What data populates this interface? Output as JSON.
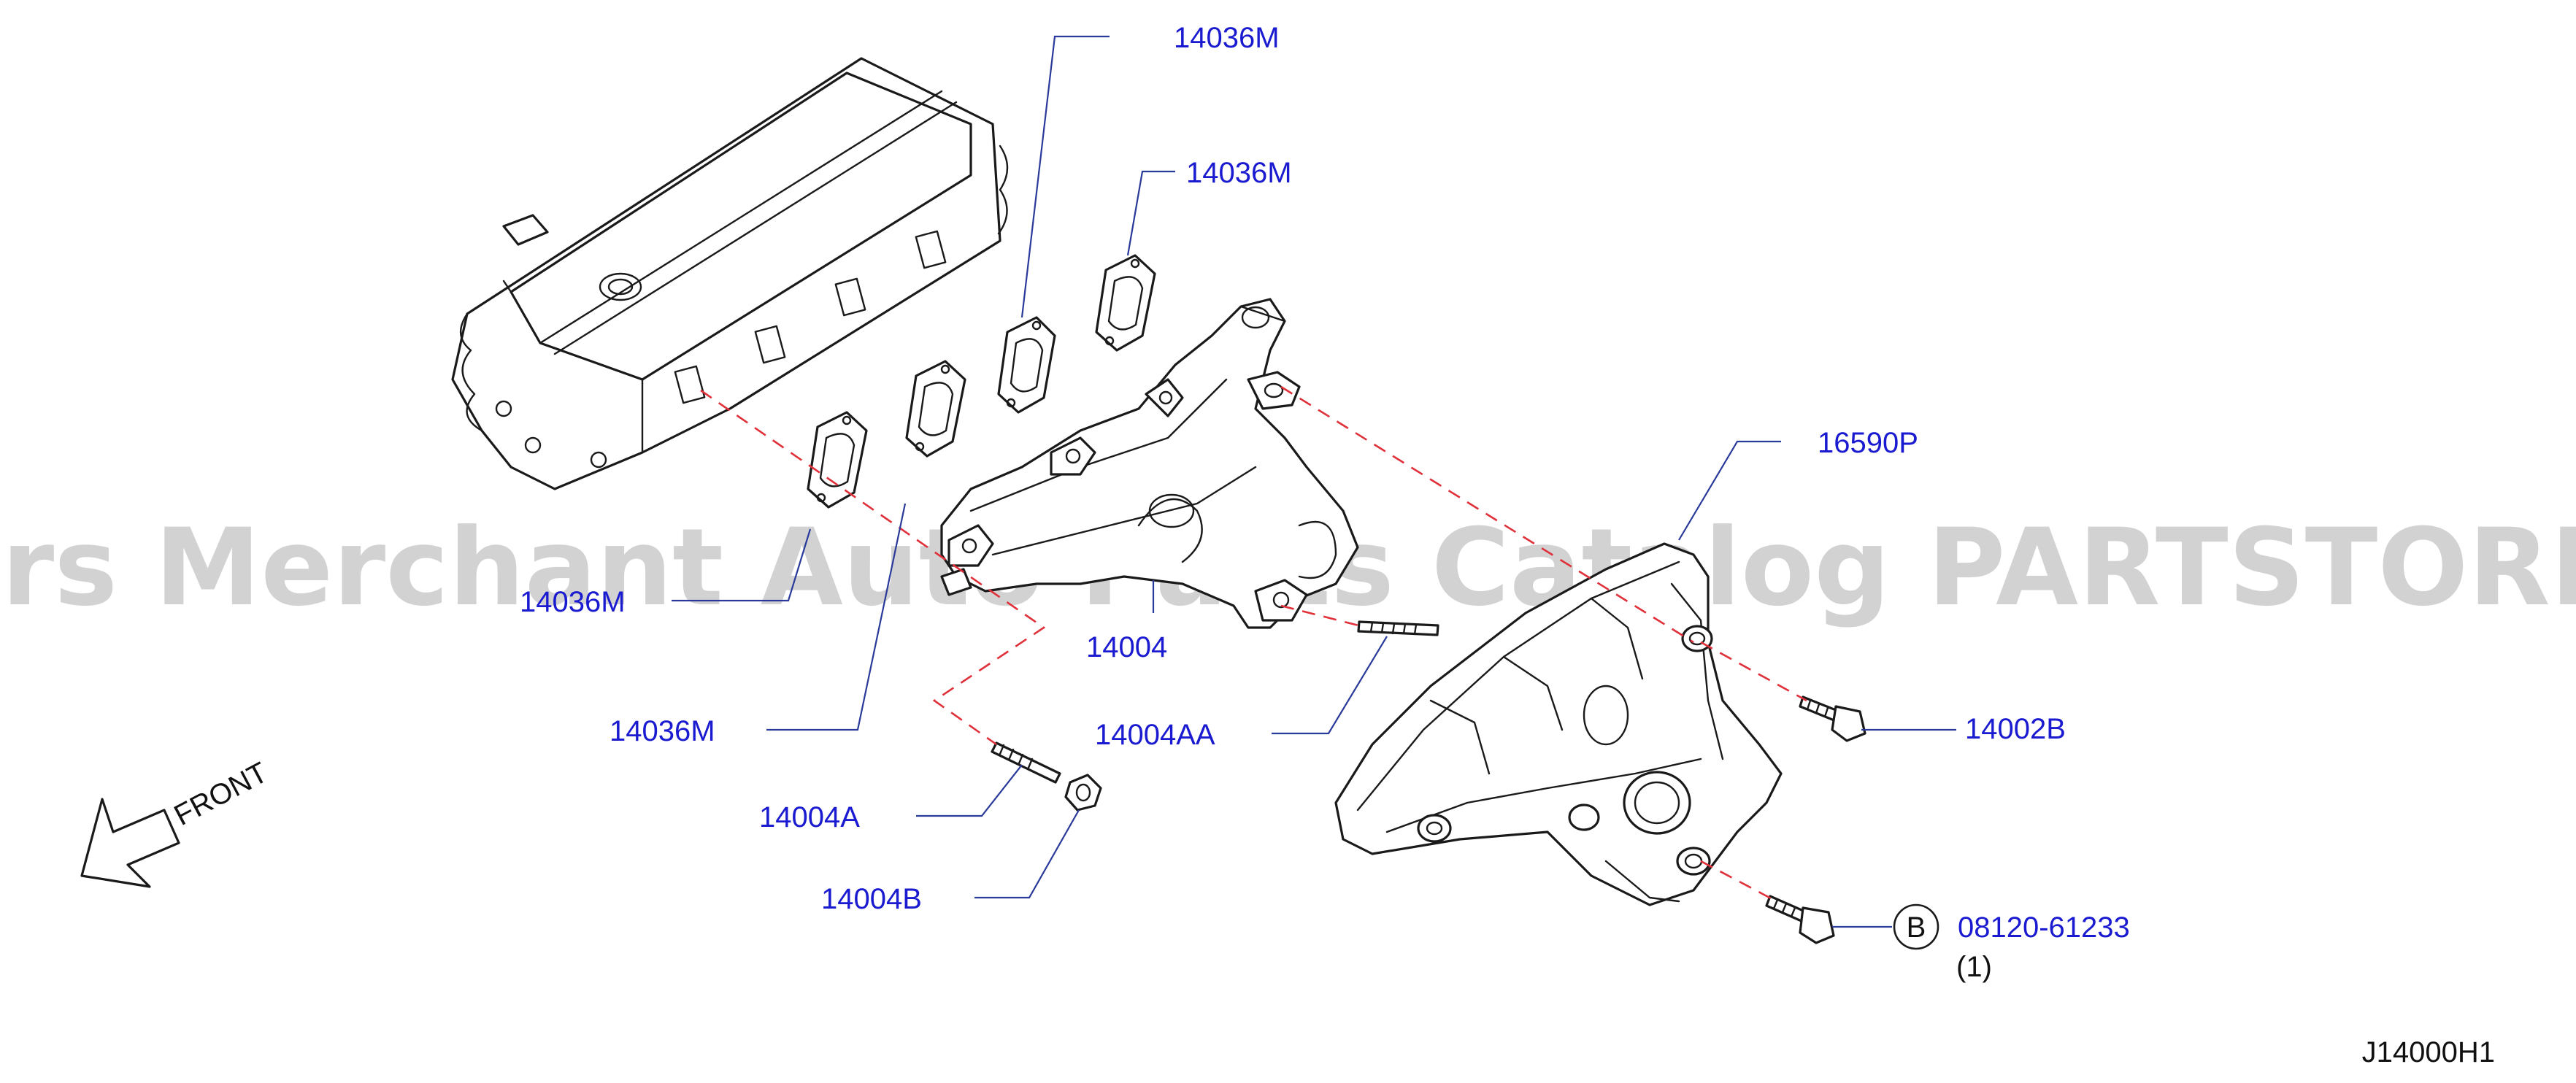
{
  "watermark": "Offers Merchant Auto Parts Catalog PARTSTORE.SA",
  "diagram_code": "J14000H1",
  "front_label": "FRONT",
  "colors": {
    "label": "#1a1ad0",
    "leader": "#2a3a9a",
    "centerline": "#e0303a",
    "outline": "#1a1a1a"
  },
  "labels": {
    "gasket_1": "14036M",
    "gasket_2": "14036M",
    "gasket_3": "14036M",
    "gasket_4": "14036M",
    "manifold": "14004",
    "heat_insulator": "16590P",
    "stud_long": "14004AA",
    "stud_short": "14004A",
    "nut": "14004B",
    "bolt_insulator": "14002B",
    "bolt_b": "08120-61233",
    "bolt_b_qty": "(1)",
    "bolt_b_symbol": "B"
  }
}
